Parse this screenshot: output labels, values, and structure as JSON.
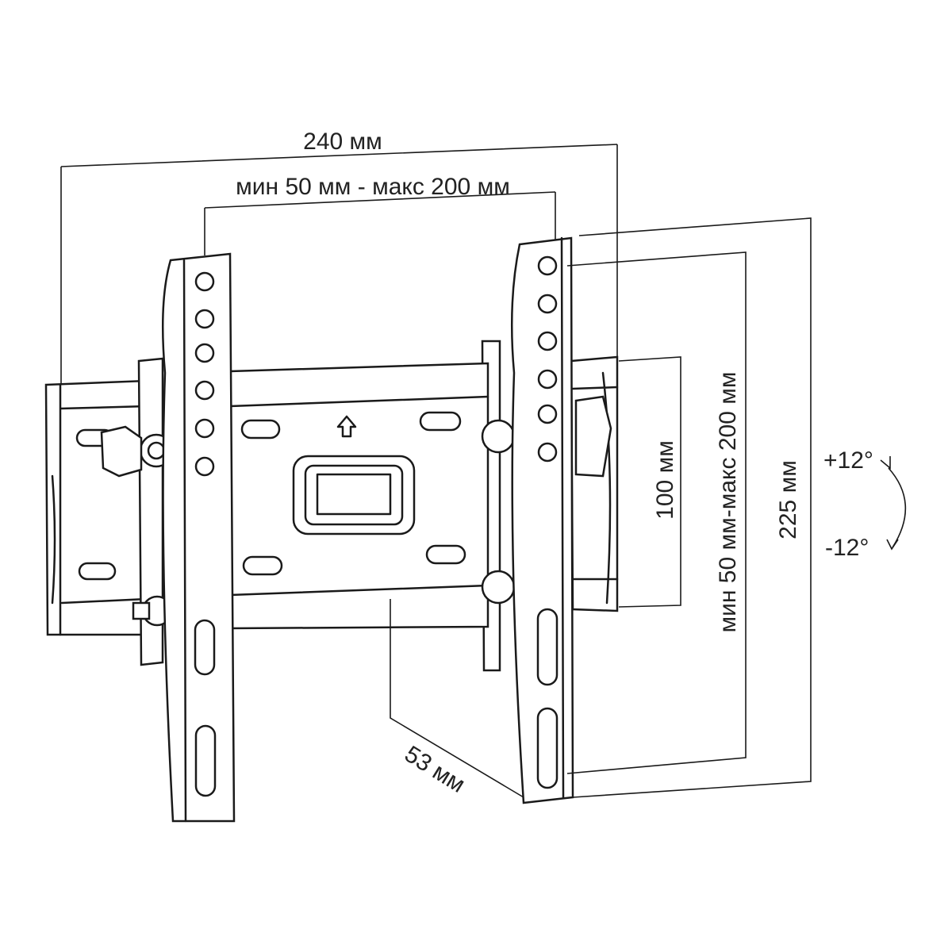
{
  "diagram": {
    "colors": {
      "line": "#1a1a1a",
      "background": "#ffffff"
    },
    "labels": {
      "overall_width": "240 мм",
      "horizontal_vesa": "мин  50 мм - макс 200 мм",
      "bracket_height": "100 мм",
      "vertical_vesa": "мин 50 мм-макс 200 мм",
      "overall_height": "225 мм",
      "tilt_up": "+12°",
      "tilt_down": "-12°",
      "depth": "53 мм"
    }
  }
}
